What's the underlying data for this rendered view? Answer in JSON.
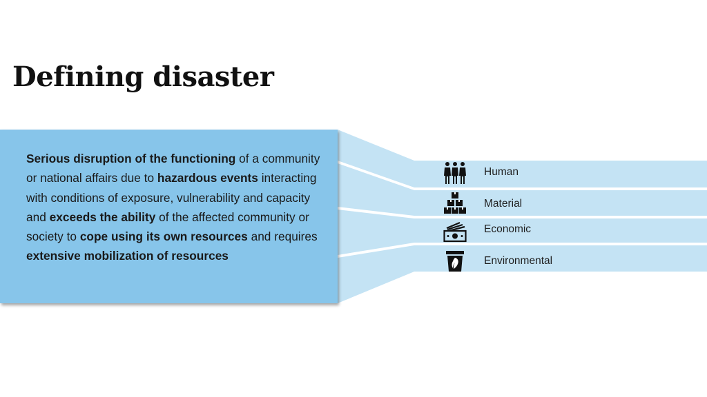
{
  "slide": {
    "title": "Defining disaster"
  },
  "definition": {
    "segments": [
      {
        "text": "Serious disruption of the functioning",
        "bold": true
      },
      {
        "text": " of a community or national affairs due to ",
        "bold": false
      },
      {
        "text": "hazardous events",
        "bold": true
      },
      {
        "text": " interacting with conditions of exposure, vulnerability and capacity and ",
        "bold": false
      },
      {
        "text": "exceeds the ability",
        "bold": true
      },
      {
        "text": " of the affected community or society to ",
        "bold": false
      },
      {
        "text": "cope using its own resources",
        "bold": true
      },
      {
        "text": " and requires ",
        "bold": false
      },
      {
        "text": "extensive mobilization of resources",
        "bold": true
      }
    ]
  },
  "impacts": [
    {
      "label": "Human",
      "icon": "people-icon"
    },
    {
      "label": "Material",
      "icon": "boxes-icon"
    },
    {
      "label": "Economic",
      "icon": "cash-icon"
    },
    {
      "label": "Environmental",
      "icon": "recycle-bin-icon"
    }
  ],
  "colors": {
    "box": "#87c5ea",
    "band": "#c4e3f4",
    "icon": "#111111"
  }
}
